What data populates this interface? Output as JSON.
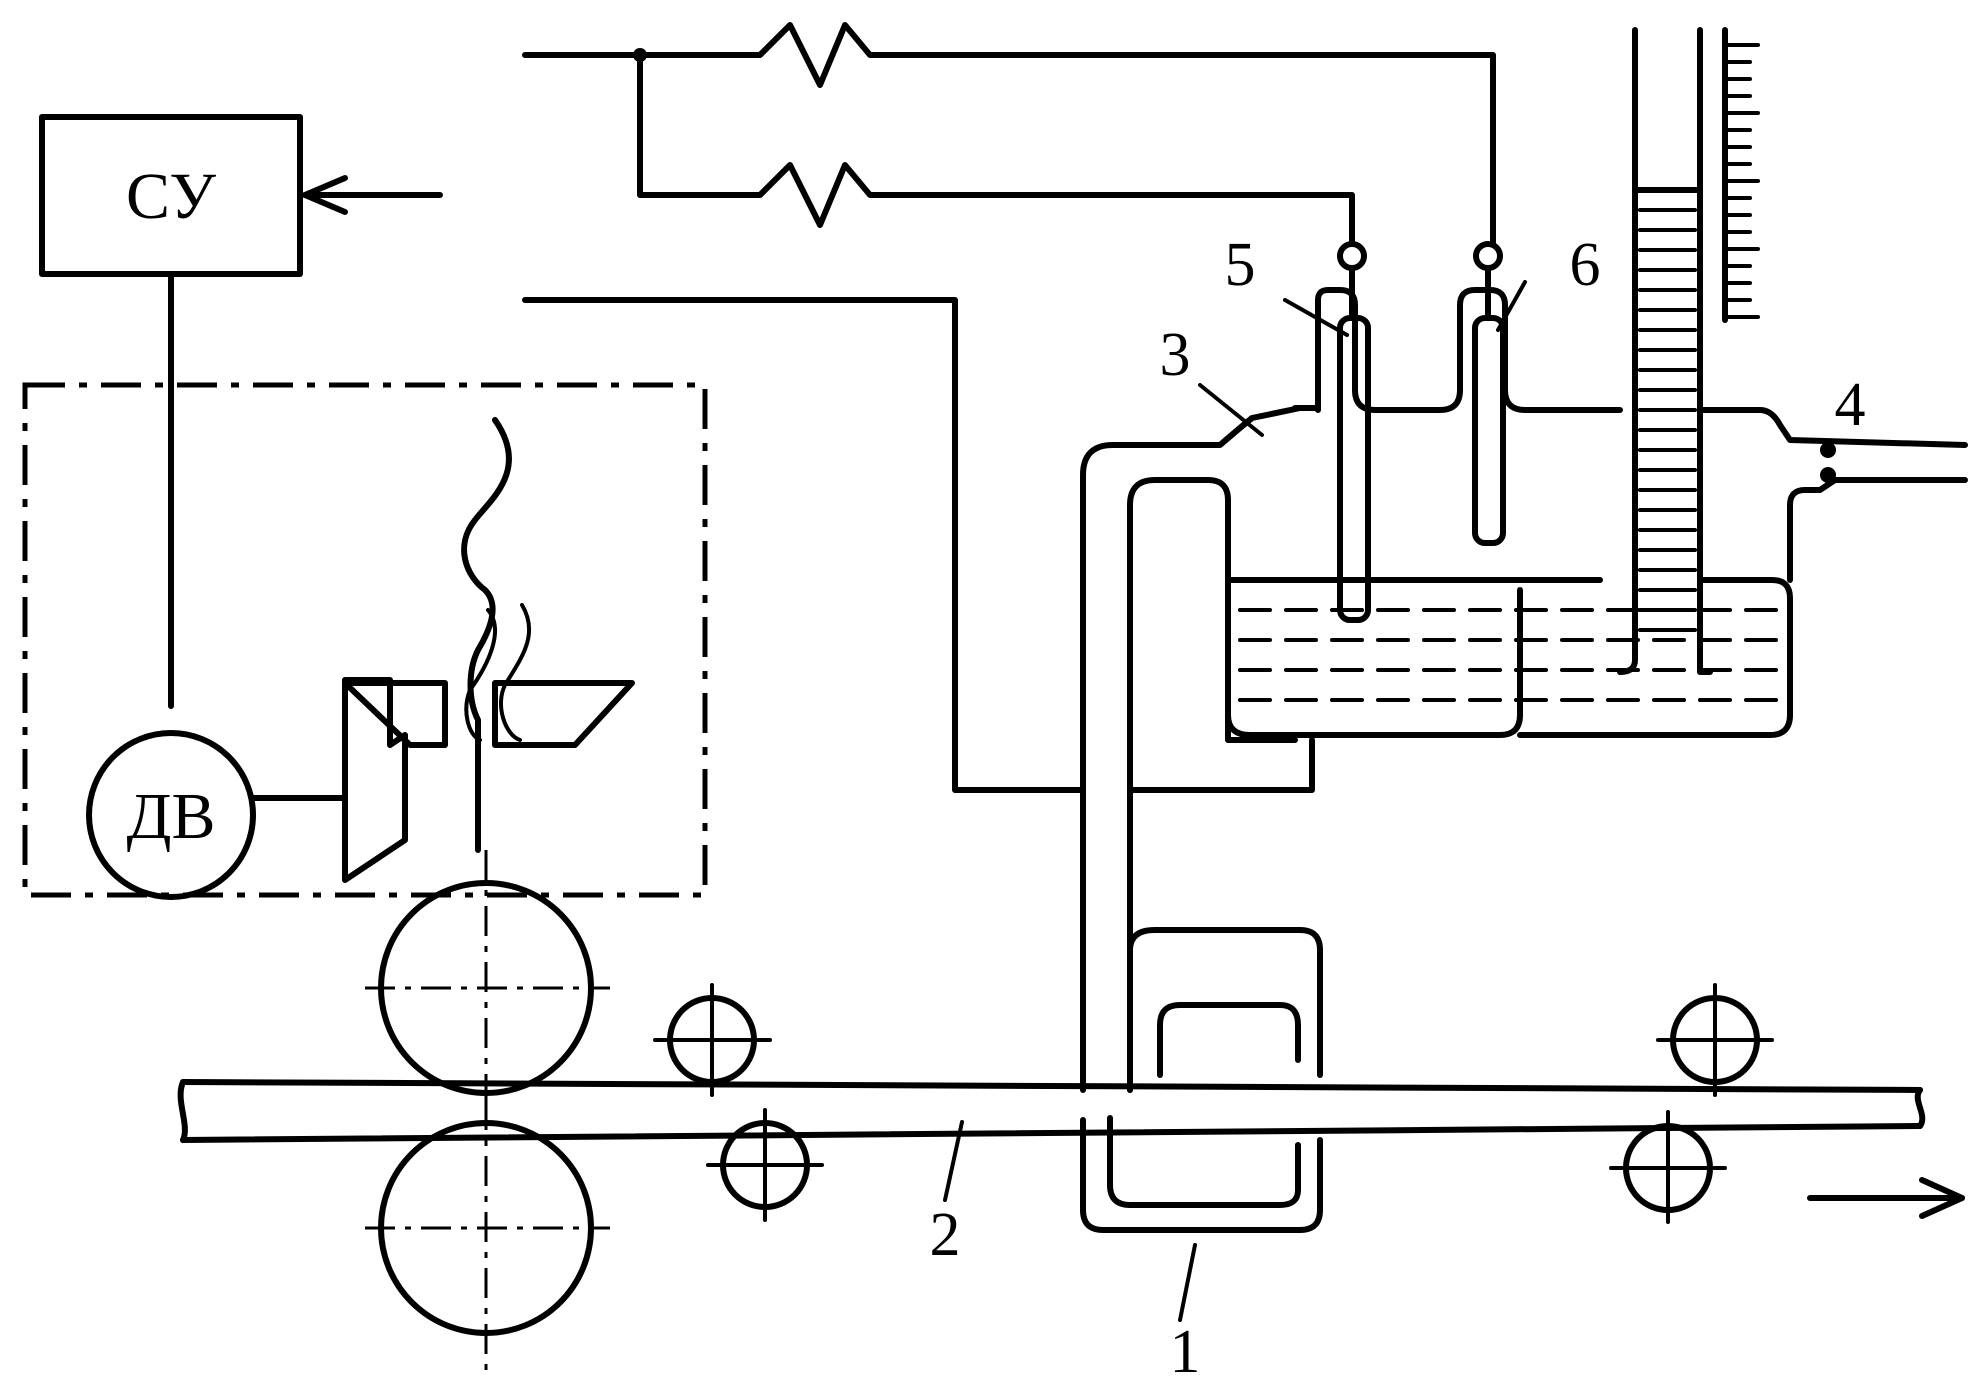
{
  "blocks": {
    "control_unit": "СУ",
    "motor": "ДВ"
  },
  "callouts": [
    "1",
    "2",
    "3",
    "4",
    "5",
    "6"
  ]
}
